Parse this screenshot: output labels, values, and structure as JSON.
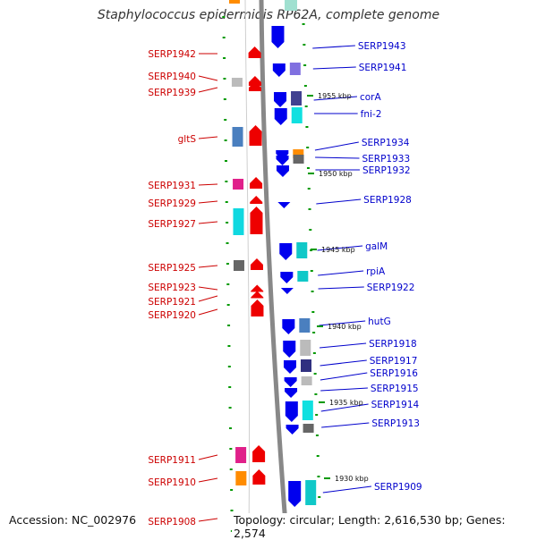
{
  "title": "Staphylococcus epidermidis RP62A, complete genome",
  "footer": {
    "accession": "Accession: NC_002976",
    "info": "Topology: circular; Length: 2,616,530 bp; Genes: 2,574"
  },
  "colors": {
    "left_label": "#cc0000",
    "right_label": "#0000cc",
    "backbone": "#888888",
    "tick": "#009900",
    "arrow_left": "#ee0000",
    "arrow_right": "#0000ee"
  },
  "left_genes": [
    {
      "label": "SERP1942"
    },
    {
      "label": "SERP1940"
    },
    {
      "label": "SERP1939"
    },
    {
      "label": "gltS"
    },
    {
      "label": "SERP1931"
    },
    {
      "label": "SERP1929"
    },
    {
      "label": "SERP1927"
    },
    {
      "label": "SERP1925"
    },
    {
      "label": "SERP1923"
    },
    {
      "label": "SERP1921"
    },
    {
      "label": "SERP1920"
    },
    {
      "label": "SERP1911"
    },
    {
      "label": "SERP1910"
    },
    {
      "label": "SERP1908"
    }
  ],
  "right_genes": [
    {
      "label": "SERP1943"
    },
    {
      "label": "SERP1941"
    },
    {
      "label": "corA"
    },
    {
      "label": "fni-2"
    },
    {
      "label": "SERP1934"
    },
    {
      "label": "SERP1933"
    },
    {
      "label": "SERP1932"
    },
    {
      "label": "SERP1928"
    },
    {
      "label": "galM"
    },
    {
      "label": "rpiA"
    },
    {
      "label": "SERP1922"
    },
    {
      "label": "hutG"
    },
    {
      "label": "SERP1918"
    },
    {
      "label": "SERP1917"
    },
    {
      "label": "SERP1916"
    },
    {
      "label": "SERP1915"
    },
    {
      "label": "SERP1914"
    },
    {
      "label": "SERP1913"
    },
    {
      "label": "SERP1909"
    }
  ],
  "scale_marks": [
    {
      "label": "1955 kbp"
    },
    {
      "label": "1950 kbp"
    },
    {
      "label": "1945 kbp"
    },
    {
      "label": "1940 kbp"
    },
    {
      "label": "1935 kbp"
    },
    {
      "label": "1930 kbp"
    }
  ]
}
